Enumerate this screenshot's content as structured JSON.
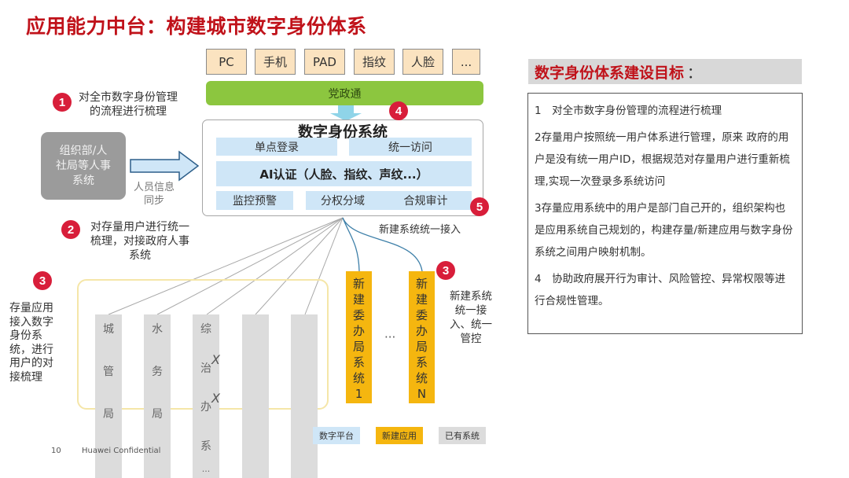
{
  "slide": {
    "title": "应用能力中台：构建城市数字身份体系",
    "page_number": "10",
    "footer_text": "Huawei Confidential"
  },
  "access_devices": [
    {
      "label": "PC"
    },
    {
      "label": "手机"
    },
    {
      "label": "PAD"
    },
    {
      "label": "指纹"
    },
    {
      "label": "人脸"
    },
    {
      "label": "..."
    }
  ],
  "gateway": {
    "label": "党政通"
  },
  "identity_system": {
    "title": "数字身份系统",
    "modules_row1": [
      {
        "label": "单点登录"
      },
      {
        "label": "统一访问"
      }
    ],
    "ai_module": {
      "label": "AI认证（人脸、指纹、声纹...）"
    },
    "modules_row3": [
      {
        "label": "监控预警"
      },
      {
        "label": "分权分域"
      },
      {
        "label": "合规审计"
      }
    ]
  },
  "hr_system": {
    "label_lines": [
      "组织部/人",
      "社局等人事",
      "系统"
    ],
    "sync_label_lines": [
      "人员信息",
      "同步"
    ]
  },
  "badges": {
    "b1": "1",
    "b2": "2",
    "b3_left": "3",
    "b3_right": "3",
    "b4": "4",
    "b5": "5",
    "color": "#d81e3a"
  },
  "annotations": {
    "step1_lines": [
      "对全市数字身份管理",
      "的流程进行梳理"
    ],
    "step2_lines": [
      "对存量用户进行统一",
      "梳理，对接政府人事",
      "系统"
    ],
    "step3_left_lines": [
      "存量应用",
      "接入数字",
      "身份系",
      "统，进行",
      "用户的对",
      "接梳理"
    ],
    "new_access": "新建系统统一接入",
    "step3_right_lines": [
      "新建系统",
      "统一接",
      "入、统一",
      "管控"
    ]
  },
  "existing_systems": [
    {
      "chars": [
        "城",
        "管",
        "局"
      ]
    },
    {
      "chars": [
        "水",
        "务",
        "局"
      ]
    },
    {
      "chars": [
        "综",
        "治",
        "办",
        "系",
        "..."
      ]
    },
    {
      "chars": []
    },
    {
      "chars": []
    }
  ],
  "new_systems": [
    {
      "chars": [
        "新",
        "建",
        "委",
        "办",
        "局",
        "系",
        "统",
        "1"
      ]
    },
    {
      "chars": [
        "新",
        "建",
        "委",
        "办",
        "局",
        "系",
        "统",
        "N"
      ]
    }
  ],
  "new_systems_ellipsis": "···",
  "legend": [
    {
      "label": "数字平台",
      "color": "#cfe6f7"
    },
    {
      "label": "新建应用",
      "color": "#f5b60f"
    },
    {
      "label": "已有系统",
      "color": "#dcdcdc"
    }
  ],
  "goals_panel": {
    "header": "数字身份体系建设目标",
    "header_colon": "：",
    "items": [
      "1　对全市数字身份管理的流程进行梳理",
      "2存量用户按照统一用户体系进行管理，原来 政府的用户是没有统一用户ID，根据规范对存量用户进行重新梳理,实现一次登录多系统访问",
      "3存量应用系统中的用户是部门自己开的，组织架构也是应用系统自己规划的，构建存量/新建应用与数字身份系统之间用户映射机制。",
      "4　协助政府展开行为审计、风险管控、异常权限等进行合规性管理。"
    ]
  },
  "colors": {
    "title_red": "#c0121a",
    "gateway_green": "#8cc63f",
    "device_fill": "#fbe3c0",
    "platform_blue": "#cfe6f7",
    "new_app_yellow": "#f5b60f",
    "existing_gray": "#dcdcdc"
  }
}
